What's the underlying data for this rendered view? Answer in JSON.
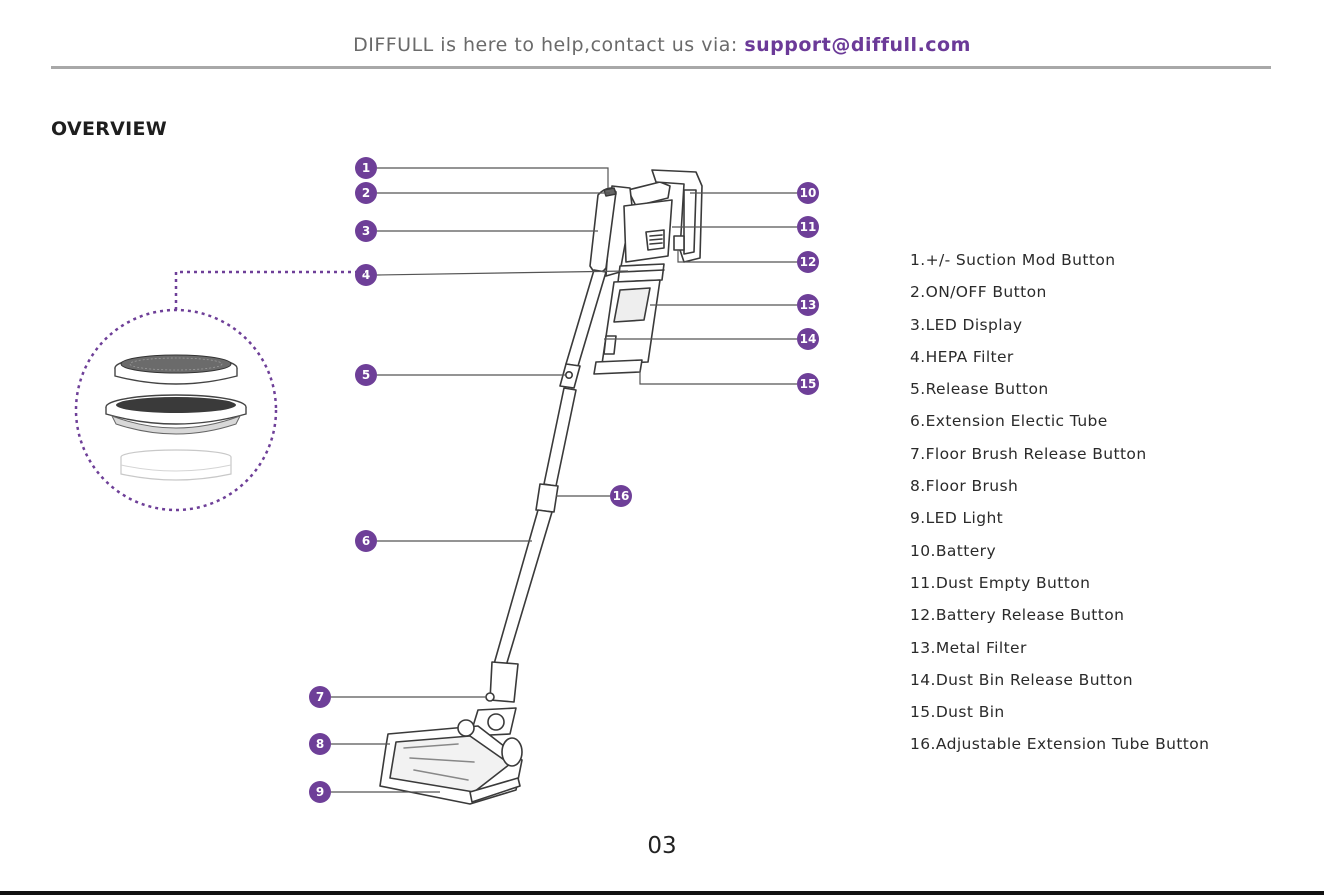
{
  "header": {
    "prefix": "DIFFULL is here to help,contact us via: ",
    "email": "support@diffull.com"
  },
  "section_title": "OVERVIEW",
  "callouts": [
    "1",
    "2",
    "3",
    "4",
    "5",
    "6",
    "7",
    "8",
    "9",
    "10",
    "11",
    "12",
    "13",
    "14",
    "15",
    "16"
  ],
  "legend": [
    "1.+/- Suction Mod Button",
    "2.ON/OFF Button",
    "3.LED Display",
    "4.HEPA Filter",
    "5.Release Button",
    "6.Extension Electic Tube",
    "7.Floor Brush Release Button",
    "8.Floor Brush",
    "9.LED Light",
    "10.Battery",
    "11.Dust Empty Button",
    "12.Battery Release Button",
    "13.Metal Filter",
    "14.Dust Bin Release Button",
    "15.Dust Bin",
    "16.Adjustable Extension Tube Button"
  ],
  "page_number": "03",
  "colors": {
    "accent": "#6b3a98",
    "callout": "#6e3f98",
    "line": "#555555"
  }
}
